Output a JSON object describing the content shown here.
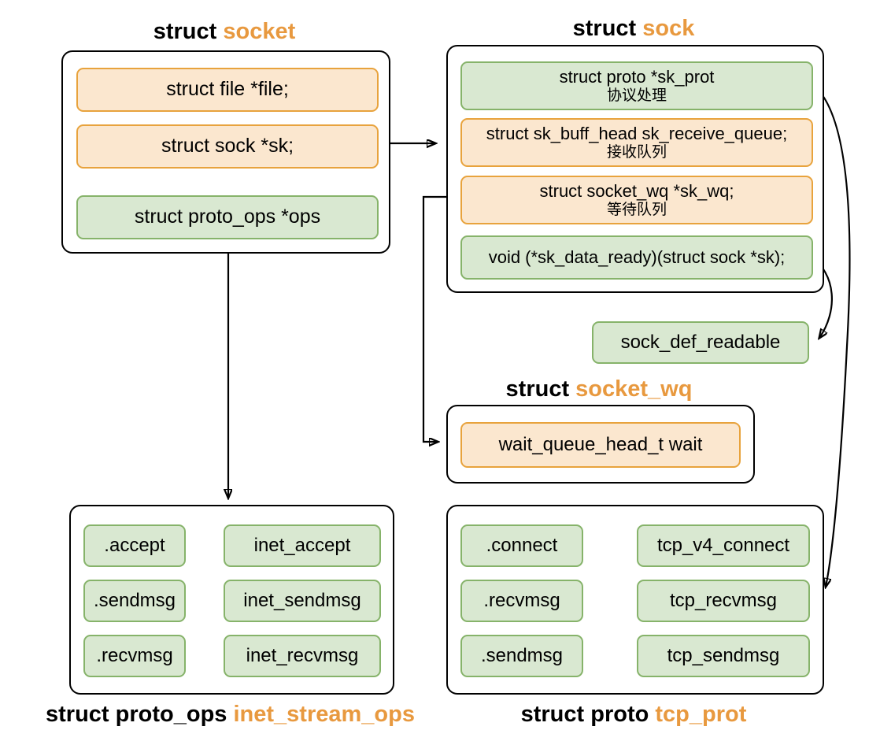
{
  "colors": {
    "orange_fill": "#fbe7cf",
    "orange_border": "#e8a33d",
    "green_fill": "#d9e8d1",
    "green_border": "#86b36a",
    "accent": "#e8993f",
    "line": "#000000"
  },
  "socket": {
    "title_prefix": "struct ",
    "title_name": "socket",
    "members": {
      "file": "struct file *file;",
      "sk": "struct sock *sk;",
      "ops": "struct proto_ops *ops"
    }
  },
  "sock": {
    "title_prefix": "struct ",
    "title_name": "sock",
    "members": {
      "sk_prot": {
        "text": "struct proto *sk_prot",
        "note": "协议处理"
      },
      "receive_queue": {
        "text": "struct sk_buff_head sk_receive_queue;",
        "note": "接收队列"
      },
      "sk_wq": {
        "text": "struct socket_wq *sk_wq;",
        "note": "等待队列"
      },
      "sk_data_ready": {
        "text": "void (*sk_data_ready)(struct sock *sk);"
      }
    }
  },
  "sock_def_readable": {
    "label": "sock_def_readable"
  },
  "socket_wq": {
    "title_prefix": "struct ",
    "title_name": "socket_wq",
    "members": {
      "wait": "wait_queue_head_t wait"
    }
  },
  "proto_ops": {
    "title_prefix": "struct proto_ops ",
    "title_name": "inet_stream_ops",
    "rows": [
      {
        "field": ".accept",
        "impl": "inet_accept"
      },
      {
        "field": ".sendmsg",
        "impl": "inet_sendmsg"
      },
      {
        "field": ".recvmsg",
        "impl": "inet_recvmsg"
      }
    ]
  },
  "tcp_prot": {
    "title_prefix": "struct proto ",
    "title_name": "tcp_prot",
    "rows": [
      {
        "field": ".connect",
        "impl": "tcp_v4_connect"
      },
      {
        "field": ".recvmsg",
        "impl": "tcp_recvmsg"
      },
      {
        "field": ".sendmsg",
        "impl": "tcp_sendmsg"
      }
    ]
  }
}
